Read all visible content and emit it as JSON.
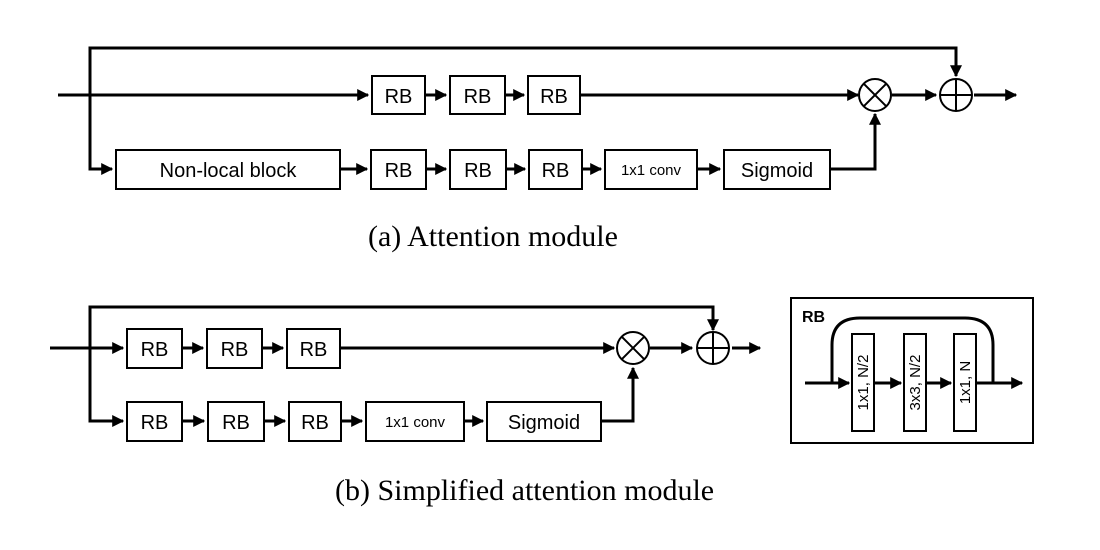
{
  "attention_module": {
    "caption": "(a)  Attention module",
    "trunk_blocks": [
      "RB",
      "RB",
      "RB"
    ],
    "mask_blocks": [
      "Non-local block",
      "RB",
      "RB",
      "RB",
      "1x1 conv",
      "Sigmoid"
    ],
    "multiply_symbol": "⊗",
    "add_symbol": "⊕"
  },
  "simplified_module": {
    "caption": "(b)  Simplified attention module",
    "trunk_blocks": [
      "RB",
      "RB",
      "RB"
    ],
    "mask_blocks": [
      "RB",
      "RB",
      "RB",
      "1x1 conv",
      "Sigmoid"
    ]
  },
  "rb_detail": {
    "title": "RB",
    "layers": [
      "1x1, N/2",
      "3x3, N/2",
      "1x1, N"
    ]
  }
}
